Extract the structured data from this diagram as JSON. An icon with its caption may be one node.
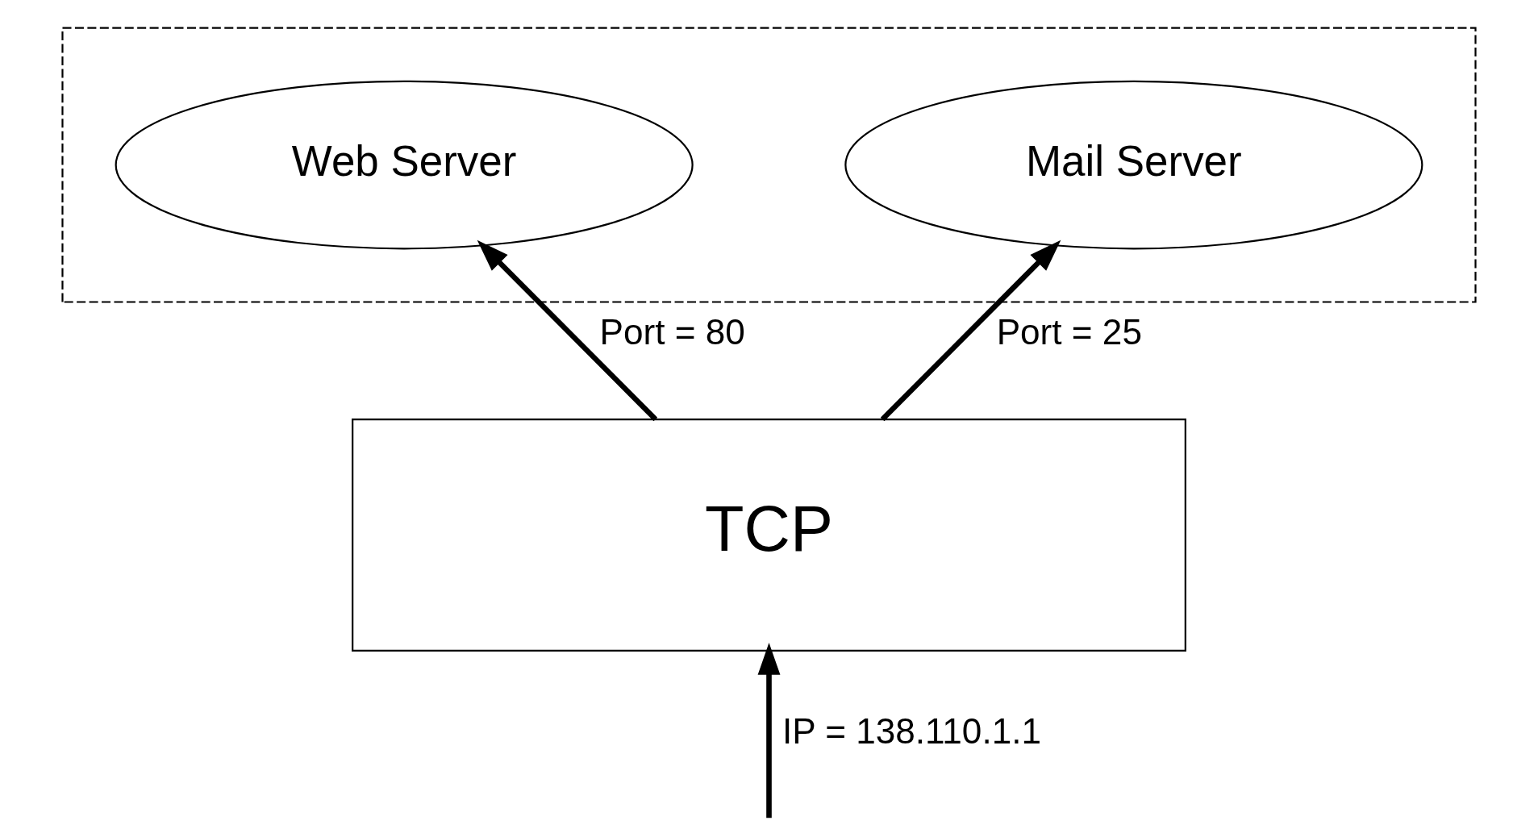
{
  "diagram": {
    "nodes": [
      {
        "text": [],
        "shape": "box"
      },
      {
        "text": [
          "Web Server"
        ],
        "in": 0
      },
      {
        "text": [
          "Mail Server"
        ],
        "in": 0
      },
      {
        "text": [
          "TCP"
        ]
      }
    ],
    "edges": [
      {
        "from": 3,
        "to": 1,
        "arrow": "to",
        "label": "Port = 80"
      },
      {
        "from": 3,
        "to": 2,
        "arrow": "to",
        "label": "Port = 25"
      },
      {
        "from": null,
        "to": 3,
        "arrow": "to",
        "label": "IP = 138.110.1.1"
      }
    ]
  }
}
